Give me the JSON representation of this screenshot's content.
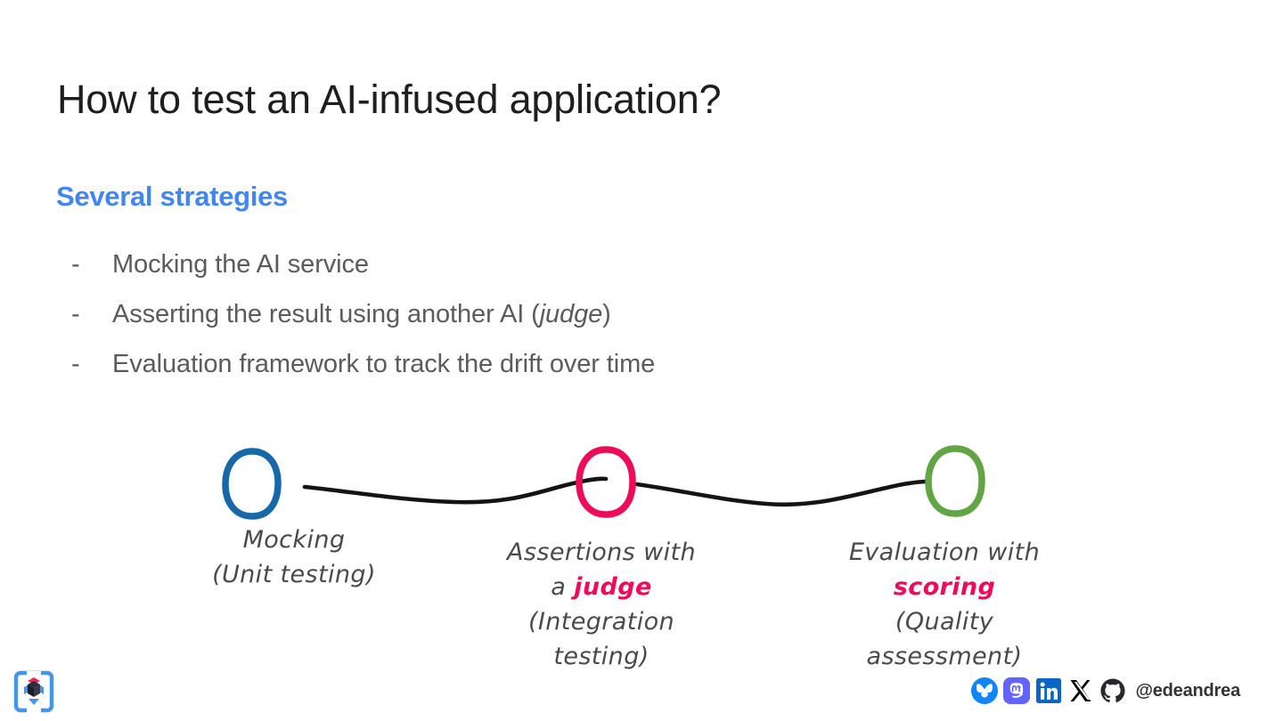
{
  "slide": {
    "title": "How to test an AI-infused application?",
    "subtitle": "Several strategies",
    "bullet_marker": "-",
    "bullets": [
      {
        "text_before": "Mocking the AI service",
        "italic": "",
        "text_after": ""
      },
      {
        "text_before": "Asserting the result using another AI (",
        "italic": "judge",
        "text_after": ")"
      },
      {
        "text_before": "Evaluation framework to track the drift over time",
        "italic": "",
        "text_after": ""
      }
    ]
  },
  "diagram": {
    "type": "timeline",
    "colors": {
      "blue": "#1668a8",
      "crimson": "#ee0c58",
      "green": "#61a544",
      "line": "#141414",
      "label_text": "#4a4a4a"
    },
    "nodes": [
      {
        "id": "mocking",
        "color": "#1668a8",
        "label_lines": [
          {
            "parts": [
              {
                "text": "Mocking",
                "accent": false
              }
            ]
          },
          {
            "parts": [
              {
                "text": "(Unit testing)",
                "accent": false
              }
            ]
          }
        ]
      },
      {
        "id": "assertions",
        "color": "#ee0c58",
        "label_lines": [
          {
            "parts": [
              {
                "text": "Assertions with",
                "accent": false
              }
            ]
          },
          {
            "parts": [
              {
                "text": "a ",
                "accent": false
              },
              {
                "text": "judge",
                "accent": true
              }
            ]
          },
          {
            "parts": [
              {
                "text": "(Integration",
                "accent": false
              }
            ]
          },
          {
            "parts": [
              {
                "text": "testing)",
                "accent": false
              }
            ]
          }
        ]
      },
      {
        "id": "evaluation",
        "color": "#61a544",
        "label_lines": [
          {
            "parts": [
              {
                "text": "Evaluation with",
                "accent": false
              }
            ]
          },
          {
            "parts": [
              {
                "text": "scoring",
                "accent": true
              }
            ]
          },
          {
            "parts": [
              {
                "text": "(Quality",
                "accent": false
              }
            ]
          },
          {
            "parts": [
              {
                "text": "assessment)",
                "accent": false
              }
            ]
          }
        ]
      }
    ]
  },
  "footer": {
    "brand_logo": "quarkus-logo",
    "handle": "@edeandrea",
    "social": [
      {
        "name": "bluesky-icon",
        "color": "#1185fe"
      },
      {
        "name": "mastodon-icon",
        "color": "#6364ff"
      },
      {
        "name": "linkedin-icon",
        "color": "#0a66c2"
      },
      {
        "name": "x-icon",
        "color": "#000000"
      },
      {
        "name": "github-icon",
        "color": "#24292f"
      }
    ]
  }
}
